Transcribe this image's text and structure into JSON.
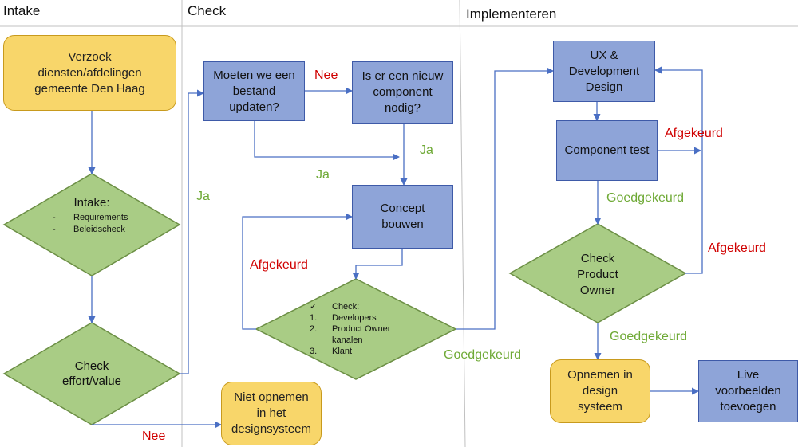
{
  "lanes": {
    "intake": "Intake",
    "check": "Check",
    "implement": "Implementeren"
  },
  "nodes": {
    "request": "Verzoek diensten/afdelingen gemeente Den Haag",
    "intake_title": "Intake:",
    "intake_items": [
      "Requirements",
      "Beleidscheck"
    ],
    "check_effort": "Check effort/value",
    "update_question": "Moeten we een bestand updaten?",
    "new_component_question": "Is er een nieuw component nodig?",
    "concept": "Concept bouwen",
    "check_title": "Check:",
    "check_items": [
      "Developers",
      "Product Owner kanalen",
      "Klant"
    ],
    "not_include": "Niet opnemen in het designsysteem",
    "ux_design": "UX & Development Design",
    "component_test": "Component test",
    "check_po": "Check Product Owner",
    "include": "Opnemen in design systeem",
    "live_examples": "Live voorbeelden toevoegen"
  },
  "edge_labels": {
    "nee_update": "Nee",
    "ja_new_component": "Ja",
    "ja_update": "Ja",
    "ja_effort": "Ja",
    "afgekeurd_concept": "Afgekeurd",
    "goedgekeurd_check": "Goedgekeurd",
    "nee_effort": "Nee",
    "afgekeurd_test": "Afgekeurd",
    "goedgekeurd_test": "Goedgekeurd",
    "afgekeurd_po": "Afgekeurd",
    "goedgekeurd_po": "Goedgekeurd"
  },
  "colors": {
    "blue_fill": "#8ea4d8",
    "yellow_fill": "#f8d66a",
    "green_fill": "#a9cc85",
    "connector": "#4a6fc4",
    "negative_label": "#d00000",
    "positive_label": "#6ea935"
  }
}
